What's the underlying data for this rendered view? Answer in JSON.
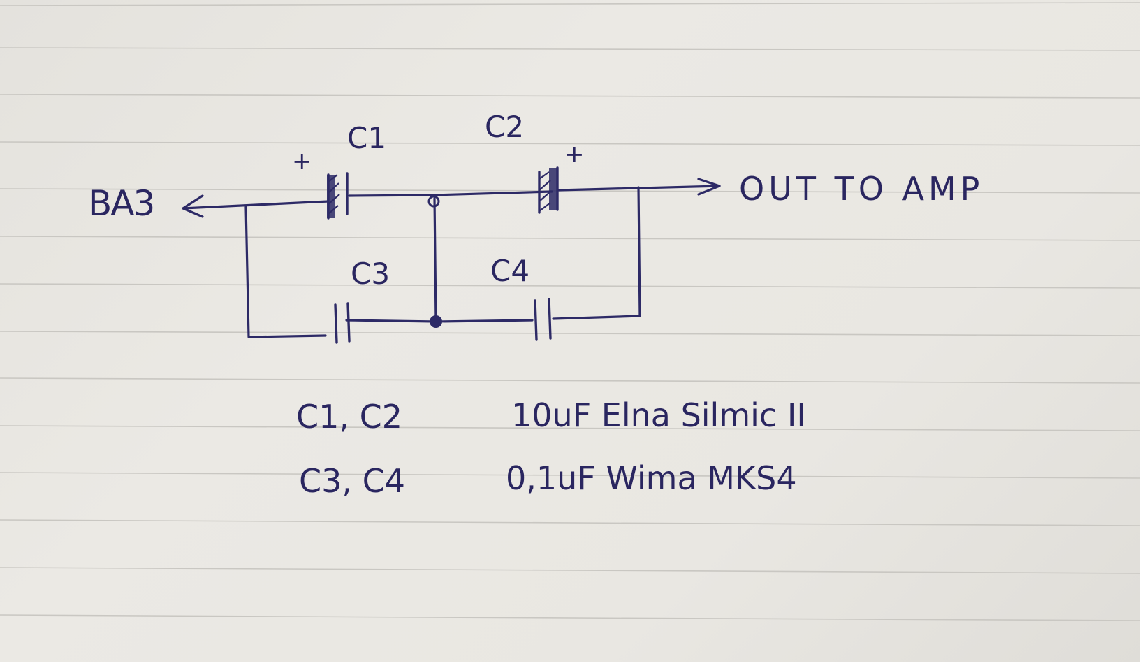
{
  "diagram": {
    "source_label": "BA3",
    "output_label": "OUT TO AMP",
    "capacitors": [
      {
        "id": "C1",
        "label": "C1",
        "polarity": "+"
      },
      {
        "id": "C2",
        "label": "C2",
        "polarity": "+"
      },
      {
        "id": "C3",
        "label": "C3"
      },
      {
        "id": "C4",
        "label": "C4"
      }
    ],
    "parts_list": [
      {
        "refs": "C1, C2",
        "value": "10uF Elna Silmic II"
      },
      {
        "refs": "C3, C4",
        "value": "0,1uF Wima MKS4"
      }
    ]
  },
  "colors": {
    "ink": "#2d2a66",
    "paper": "#e9e7e2",
    "ruling": "#c9c7c2"
  }
}
